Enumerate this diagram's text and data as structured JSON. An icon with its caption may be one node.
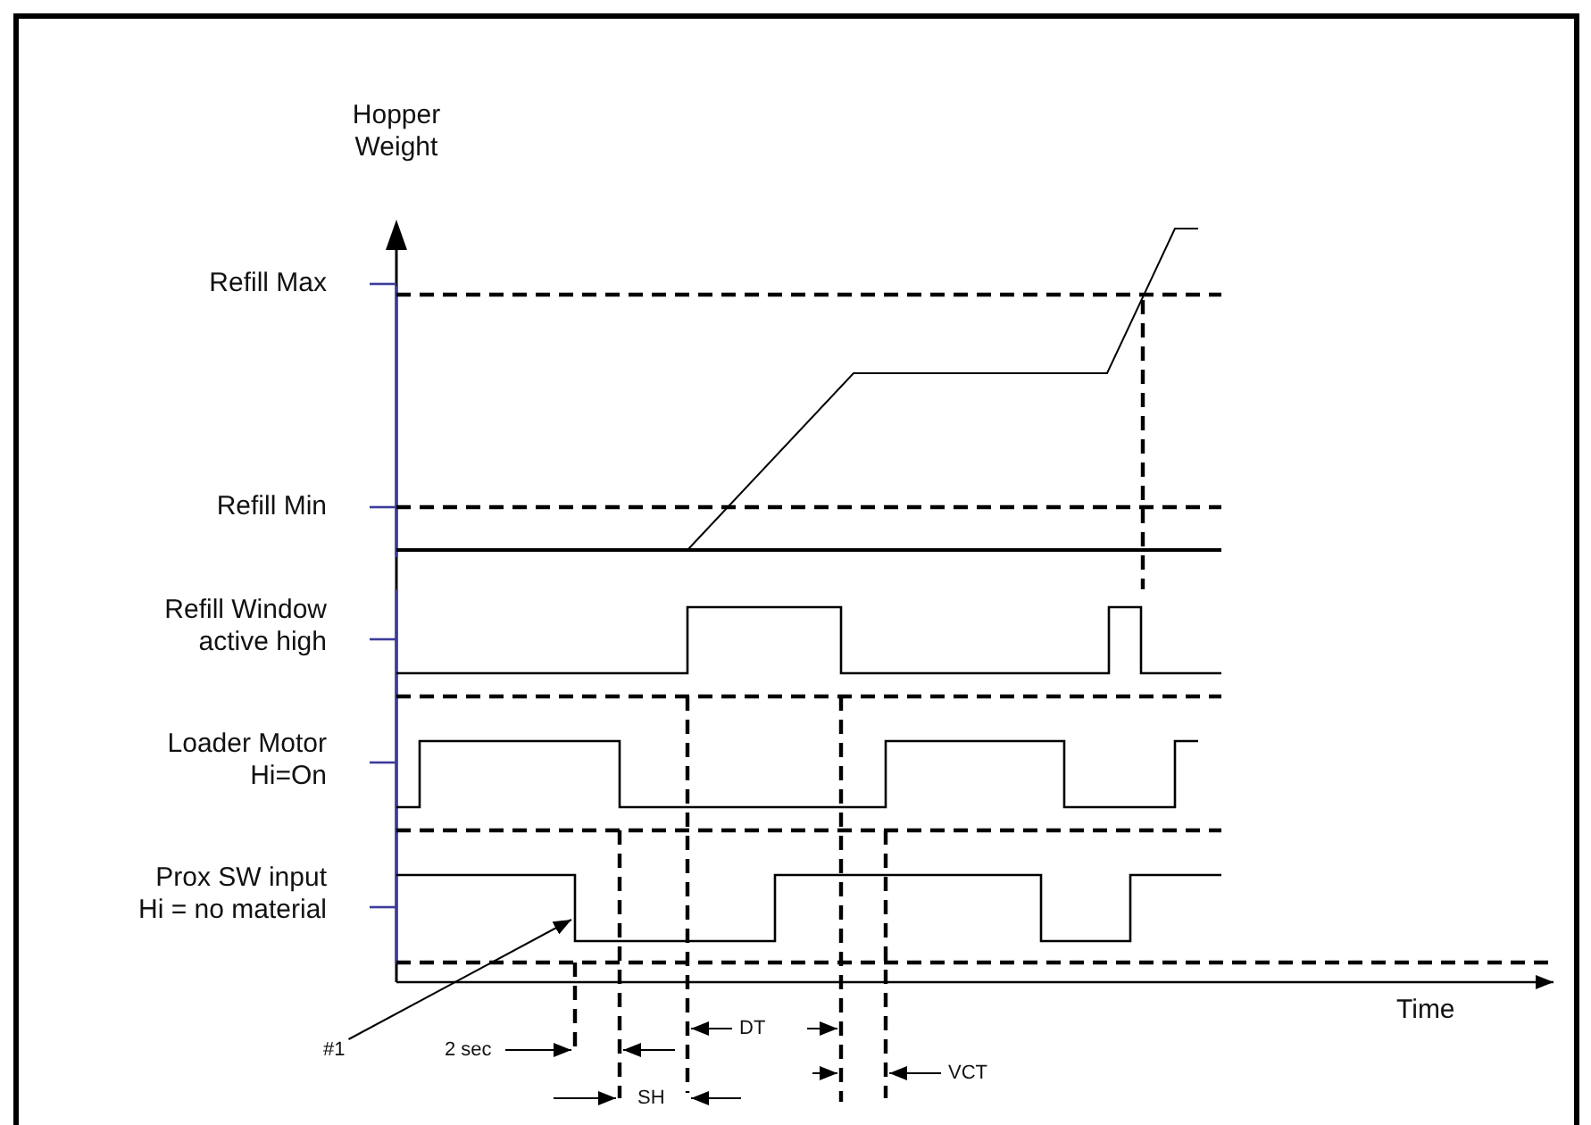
{
  "diagram": {
    "nodes": [
      {
        "text": [
          "#1"
        ]
      },
      {
        "text": [],
        "shape": "line"
      }
    ],
    "edges": [
      {
        "from": 0,
        "to": 1,
        "arrow": "to"
      }
    ],
    "labels": [
      "Hopper Weight",
      "Refill Max",
      "Refill Min",
      "Refill Window active high",
      "Loader Motor Hi=On",
      "Prox SW input Hi = no material",
      "Time",
      "2 sec",
      "SH",
      "DT",
      "VCT"
    ]
  }
}
